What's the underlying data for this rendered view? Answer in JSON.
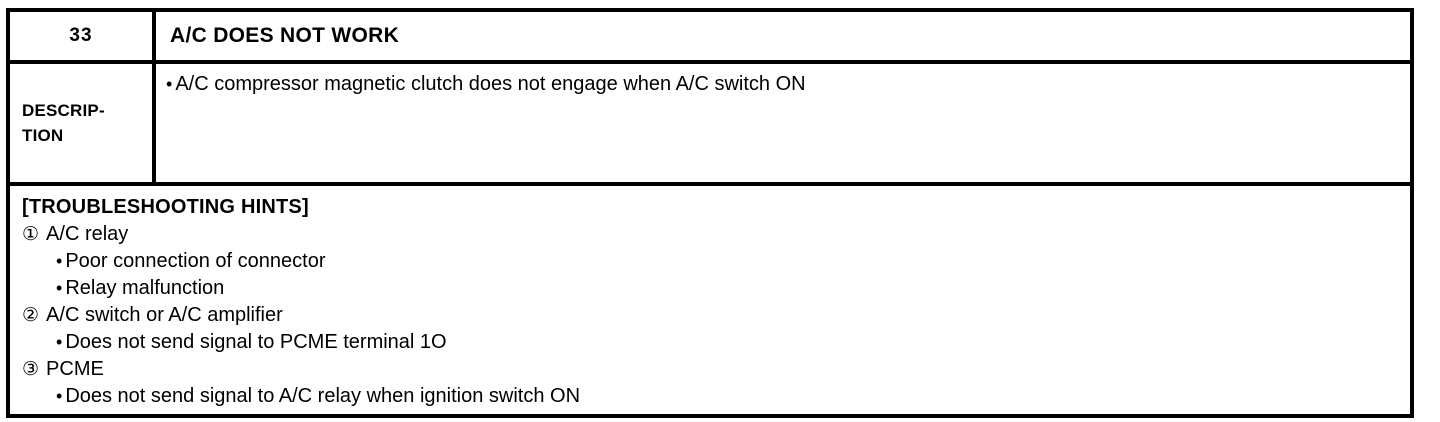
{
  "doc": {
    "item_number": "33",
    "title": "A/C DOES NOT WORK",
    "bullet_char": "•",
    "description": {
      "label_line1": "DESCRIP-",
      "label_line2": "TION",
      "items": [
        "A/C compressor magnetic clutch does not engage when A/C switch ON"
      ]
    },
    "hints": {
      "heading": "[TROUBLESHOOTING HINTS]",
      "items": [
        {
          "marker": "①",
          "label": "A/C relay",
          "subitems": [
            "Poor connection of connector",
            "Relay malfunction"
          ]
        },
        {
          "marker": "②",
          "label": "A/C switch or A/C amplifier",
          "subitems": [
            "Does not send signal to PCME terminal 1O"
          ]
        },
        {
          "marker": "③",
          "label": "PCME",
          "subitems": [
            "Does not send signal to A/C relay when ignition switch ON"
          ]
        }
      ]
    }
  }
}
